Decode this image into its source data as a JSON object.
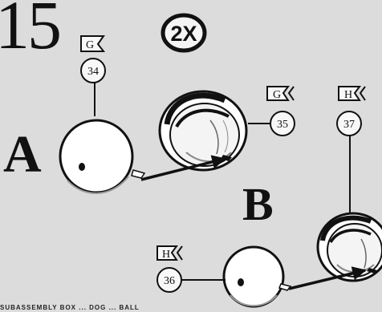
{
  "step": {
    "number": "15",
    "multiplier": "2X"
  },
  "assemblies": [
    {
      "label": "A"
    },
    {
      "label": "B"
    }
  ],
  "parts": {
    "p34": {
      "number": "34",
      "flag": "G"
    },
    "p35": {
      "number": "35",
      "flag": "G"
    },
    "p36": {
      "number": "36",
      "flag": "H"
    },
    "p37": {
      "number": "37",
      "flag": "H"
    }
  },
  "footer_text": "SUBASSEMBLY BOX ... DOG ... BALL"
}
